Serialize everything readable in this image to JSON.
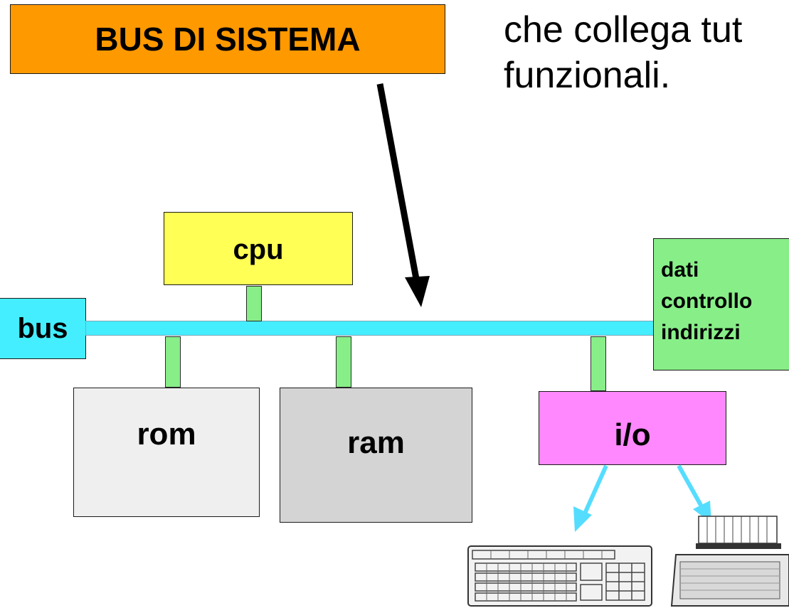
{
  "title": "BUS DI SISTEMA",
  "description_lines": [
    "che collega tut",
    "funzionali."
  ],
  "components": {
    "cpu": "cpu",
    "bus": "bus",
    "rom": "rom",
    "ram": "ram",
    "io": "i/o"
  },
  "bus_lines": [
    "dati",
    "controllo",
    "indirizzi"
  ],
  "peripherals": [
    "keyboard-icon",
    "printer-icon"
  ],
  "colors": {
    "title_box": "#ff9900",
    "cpu": "#ffff55",
    "bus": "#44eeff",
    "connector": "#88ee88",
    "legend": "#88ee88",
    "rom": "#efefef",
    "ram": "#d4d4d4",
    "io": "#ff88ff",
    "io_arrows": "#55ddff"
  }
}
